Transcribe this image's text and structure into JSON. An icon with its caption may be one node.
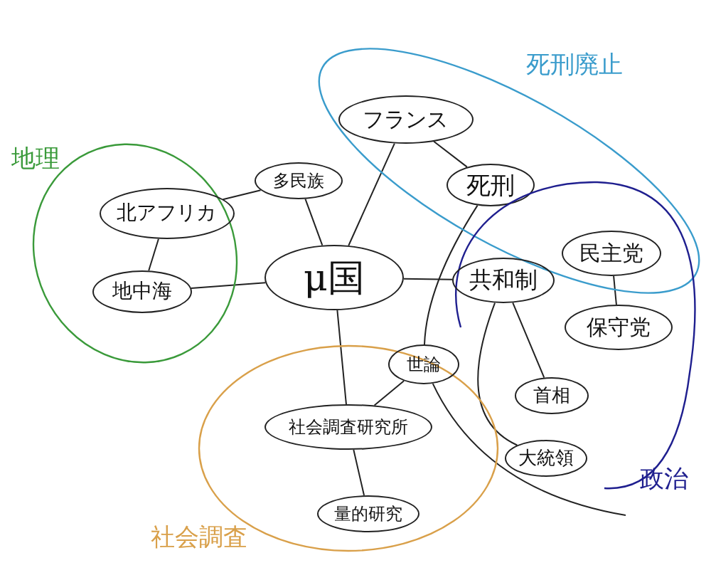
{
  "diagram": {
    "nodes": [
      {
        "text": [
          "地理"
        ]
      },
      {
        "text": [
          "北アフリカ"
        ],
        "in": 0
      },
      {
        "text": [
          "地中海"
        ],
        "in": 0
      },
      {
        "text": [
          "多民族"
        ]
      },
      {
        "text": [
          "μ国"
        ]
      },
      {
        "text": [
          "死刑廃止"
        ]
      },
      {
        "text": [
          "フランス"
        ],
        "in": 5
      },
      {
        "text": [
          "死刑"
        ],
        "in": 5
      },
      {
        "text": [
          "政治"
        ]
      },
      {
        "text": [
          "共和制"
        ],
        "in": 8
      },
      {
        "text": [
          "民主党"
        ]
      },
      {
        "text": [
          "保守党"
        ],
        "in": 8
      },
      {
        "text": [
          "社会調査"
        ]
      },
      {
        "text": [
          "世論"
        ],
        "in": 12
      },
      {
        "text": [
          "社会調査研究所"
        ],
        "in": 12
      },
      {
        "text": [
          "量的研究"
        ],
        "in": 12
      },
      {
        "text": [
          "首相"
        ],
        "in": 8
      },
      {
        "text": [
          "大統領"
        ],
        "in": 8
      }
    ],
    "edges": [
      {
        "from": 1,
        "to": 3,
        "arrow": "none"
      },
      {
        "from": 1,
        "to": 2,
        "arrow": "none"
      },
      {
        "from": 2,
        "to": 4,
        "arrow": "none"
      },
      {
        "from": 3,
        "to": 4,
        "arrow": "none"
      },
      {
        "from": 6,
        "to": 4,
        "arrow": "none"
      },
      {
        "from": 6,
        "to": 7,
        "arrow": "none"
      },
      {
        "from": 4,
        "to": 9,
        "arrow": "none"
      },
      {
        "from": 7,
        "to": 13,
        "arrow": "none"
      },
      {
        "from": 4,
        "to": 14,
        "arrow": "none"
      },
      {
        "from": 13,
        "to": 14,
        "arrow": "none"
      },
      {
        "from": 14,
        "to": 15,
        "arrow": "none"
      },
      {
        "from": 9,
        "to": 16,
        "arrow": "none"
      },
      {
        "from": 9,
        "to": 17,
        "arrow": "none"
      },
      {
        "from": 10,
        "to": 11,
        "arrow": "none"
      },
      {
        "from": 13,
        "to": null,
        "arrow": "none"
      }
    ]
  }
}
